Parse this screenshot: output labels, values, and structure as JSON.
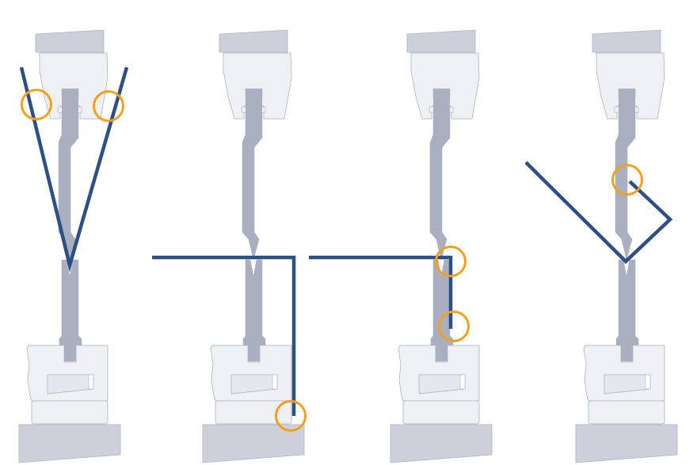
{
  "colors": {
    "sheet": "#2c4f86",
    "highlight": "#f5a01a",
    "tool_dark": "#a9afbf",
    "tool_light": "#eef0f4",
    "plate": "#cdd0da",
    "outline": "#aeb3c2"
  },
  "panels": [
    {
      "id": "v-bend-wide",
      "sheet_points": [
        [
          27,
          85
        ],
        [
          88,
          335
        ],
        [
          160,
          85
        ]
      ],
      "highlights": [
        [
          46,
          132
        ],
        [
          137,
          134
        ]
      ]
    },
    {
      "id": "right-angle-long-flange",
      "sheet_points": [
        [
          192,
          325
        ],
        [
          371,
          325
        ],
        [
          371,
          525
        ]
      ],
      "highlights": [
        [
          367,
          525
        ]
      ]
    },
    {
      "id": "right-angle-short-flange",
      "sheet_points": [
        [
          390,
          325
        ],
        [
          569,
          325
        ],
        [
          569,
          415
        ]
      ],
      "highlights": [
        [
          569,
          330
        ],
        [
          573,
          412
        ]
      ]
    },
    {
      "id": "return-flange",
      "sheet_points": [
        [
          664,
          205
        ],
        [
          790,
          330
        ],
        [
          846,
          277
        ],
        [
          795,
          229
        ]
      ],
      "highlights": [
        [
          792,
          227
        ]
      ]
    }
  ]
}
